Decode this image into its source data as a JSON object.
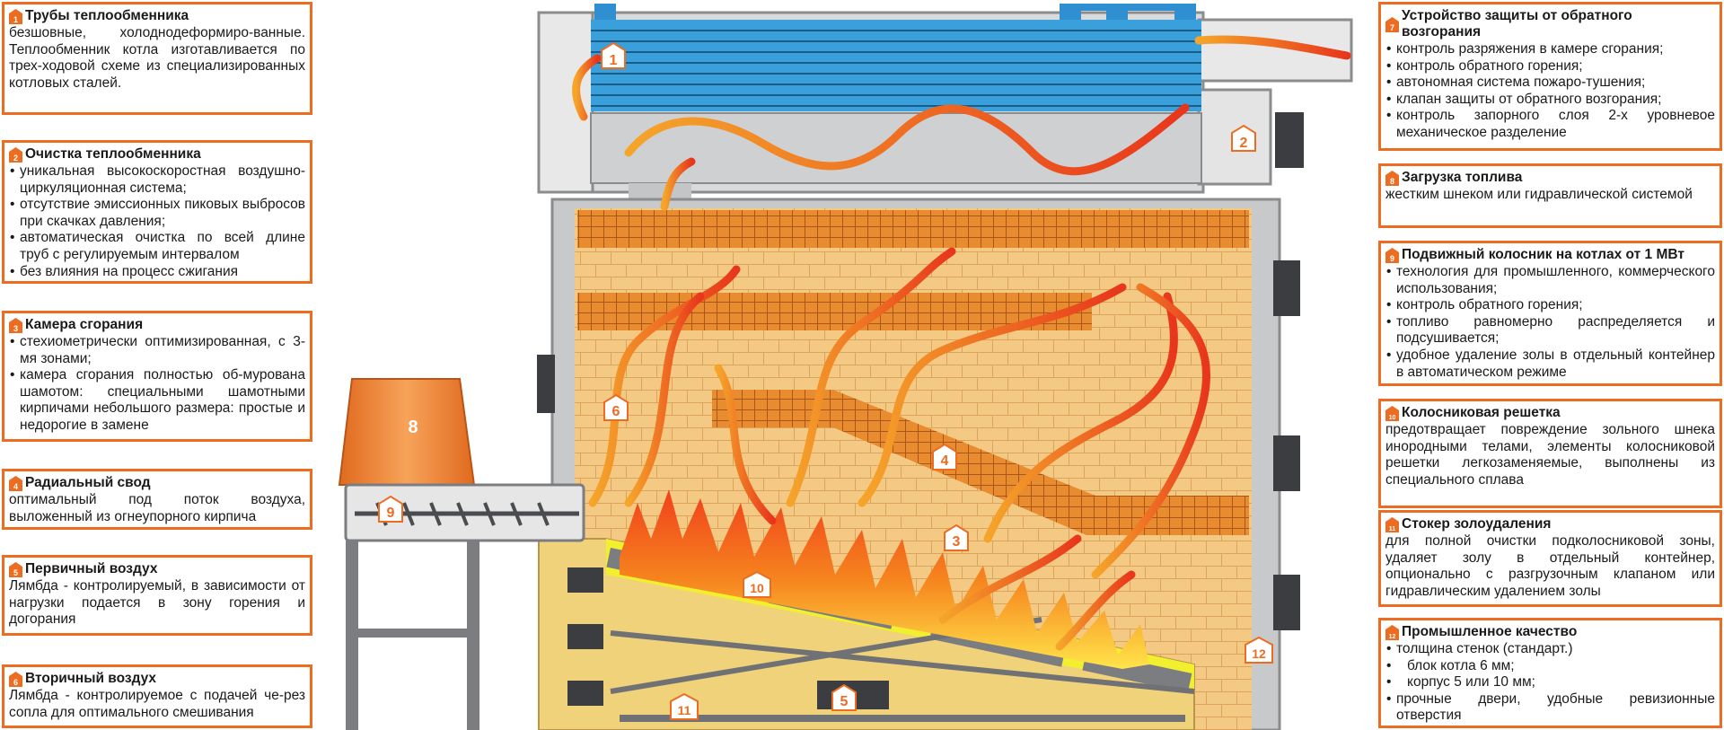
{
  "boxes": [
    {
      "num": "1",
      "title": "Трубы теплообменника",
      "text": "безшовные, холоднодеформиро-ванные. Теплообменник котла изготавливается по трех-ходовой схеме из специализированных котловых сталей."
    },
    {
      "num": "2",
      "title": "Очистка теплообменника",
      "items": [
        "уникальная высокоскоростная воздушно-циркуляционная система;",
        "отсутствие эмиссионных пиковых выбросов при скачках давления;",
        "автоматическая очистка по всей длине труб с регулируемым интервалом",
        "без влияния на процесс сжигания"
      ]
    },
    {
      "num": "3",
      "title": "Камера сгорания",
      "items": [
        "стехиометрически оптимизированная, с 3-мя зонами;",
        "камера сгорания полностью об-мурована шамотом: специальными шамотными кирпичами небольшого размера: простые и недорогие в замене"
      ]
    },
    {
      "num": "4",
      "title": "Радиальный свод",
      "text": "оптимальный под поток воздуха, выложенный из огнеупорного кирпича"
    },
    {
      "num": "5",
      "title": "Первичный воздух",
      "text": "Лямбда - контролируемый, в зависимости от нагрузки подается в зону горения и догорания"
    },
    {
      "num": "6",
      "title": "Вторичный воздух",
      "text": "Лямбда - контролируемое с подачей че-рез сопла для оптимального смешивания"
    },
    {
      "num": "7",
      "title": "Устройство защиты от обратного возгорания",
      "items": [
        "контроль разряжения в камере сгорания;",
        "контроль обратного горения;",
        "автономная система пожаро-тушения;",
        "клапан защиты от обратного возгорания;",
        "контроль запорного слоя 2-х уровневое механическое разделение"
      ]
    },
    {
      "num": "8",
      "title": "Загрузка топлива",
      "text": "жестким шнеком или гидравлической системой"
    },
    {
      "num": "9",
      "title": "Подвижный колосник на котлах от 1 МВт",
      "items": [
        "технология для промышленного, коммерческого использования;",
        "контроль обратного горения;",
        "топливо равномерно распределяется и подсушивается;",
        "удобное удаление золы в отдельный контейнер в автоматическом режиме"
      ]
    },
    {
      "num": "10",
      "title": "Колосниковая решетка",
      "text": "предотвращает повреждение зольного шнека инородными телами, элементы колосниковой решетки легкозаменяемые, выполнены из специального сплава"
    },
    {
      "num": "11",
      "title": "Стокер золоудаления",
      "text": "для полной очистки подколосниковой зоны, удаляет золу в отдельный контейнер, опционально с разгрузочным клапаном или гидравлическим удалением золы"
    },
    {
      "num": "12",
      "title": "Промышленное качество",
      "items": [
        "толщина стенок (стандарт.)"
      ],
      "subitems": [
        "блок котла 6 мм;",
        "корпус        5 или 10 мм;"
      ],
      "items2": [
        "прочные двери, удобные ревизионные отверстия"
      ]
    }
  ],
  "callouts": [
    "1",
    "2",
    "3",
    "4",
    "5",
    "6",
    "9",
    "8",
    "10",
    "11",
    "12"
  ],
  "colors": {
    "accent": "#ec6c22",
    "brick": "#f1c27d",
    "pipe": "#3aa0dc",
    "flame": "#f5a300"
  }
}
